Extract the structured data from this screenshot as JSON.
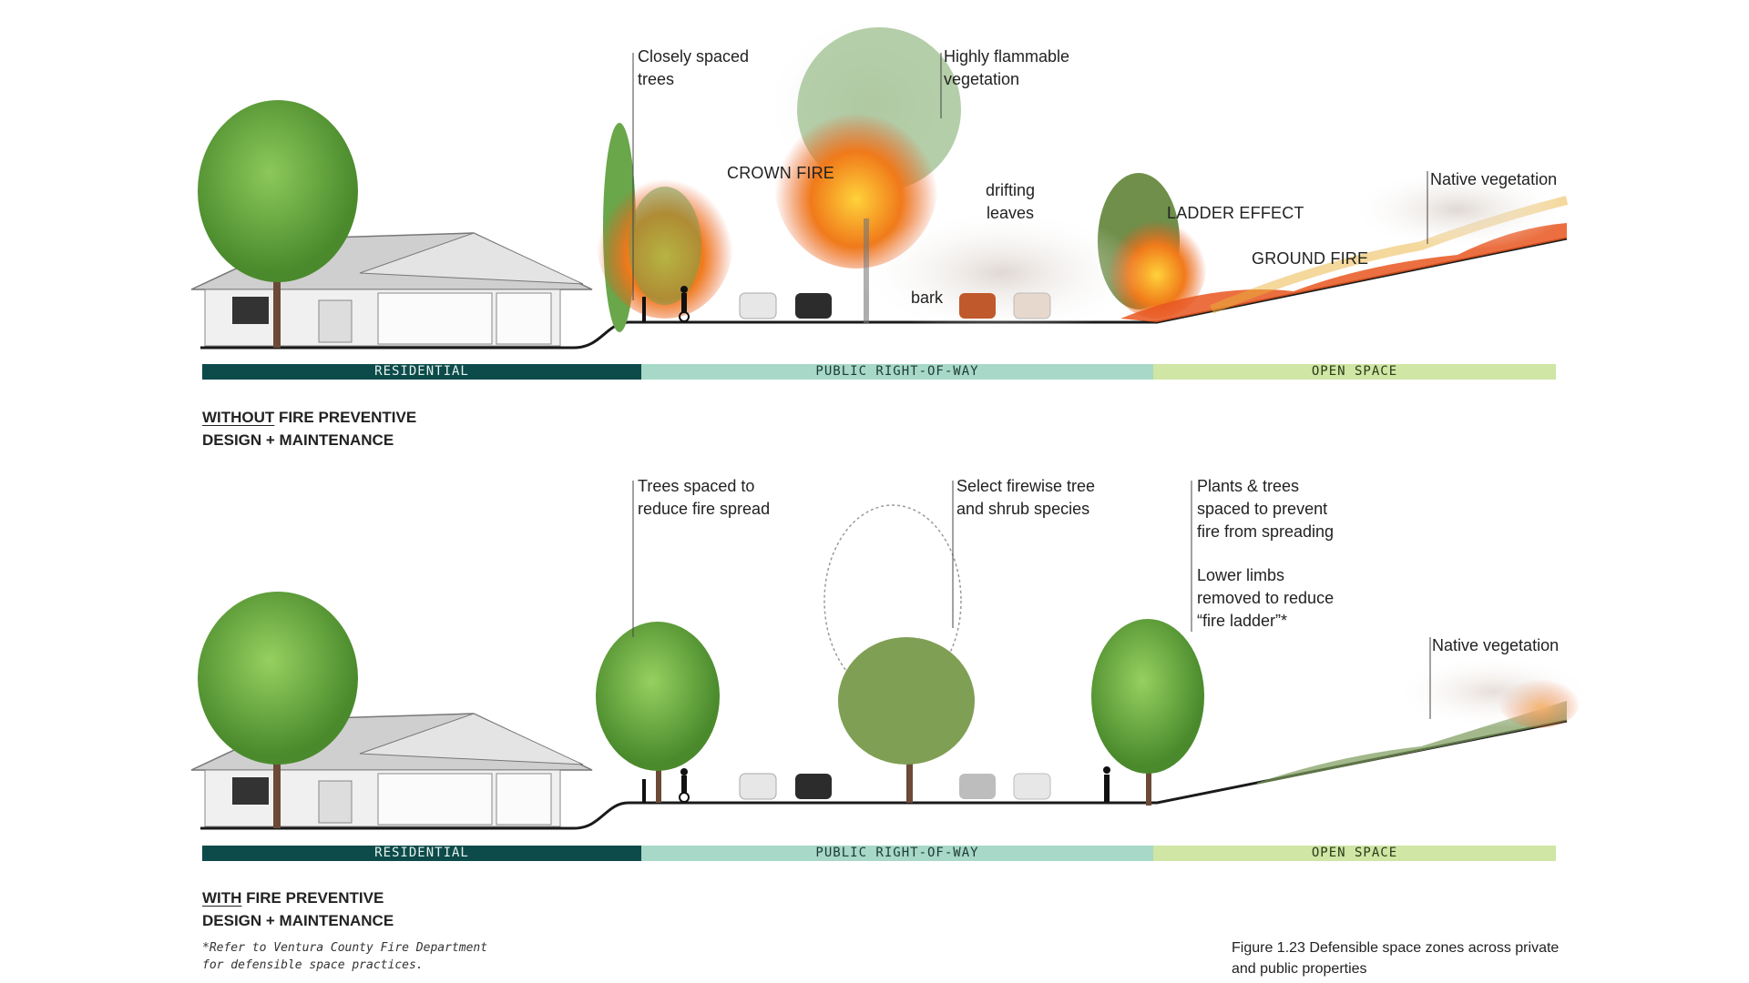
{
  "colors": {
    "residential": "#0d4a4a",
    "right_of_way": "#a7d8c8",
    "open_space": "#cfe6a4",
    "fire": "#e8561e",
    "tree_green": "#5fa83a"
  },
  "top": {
    "title_underlined": "WITHOUT",
    "title_rest": " FIRE PREVENTIVE",
    "title_line2": "DESIGN + MAINTENANCE",
    "annotations": {
      "closely_spaced": [
        "Closely spaced",
        "trees"
      ],
      "highly_flammable": [
        "Highly flammable",
        "vegetation"
      ],
      "crown_fire": "CROWN FIRE",
      "drifting_leaves": [
        "drifting",
        "leaves"
      ],
      "bark": "bark",
      "ladder_effect": "LADDER EFFECT",
      "ground_fire": "GROUND FIRE",
      "native_vegetation": "Native vegetation"
    },
    "zones": [
      "RESIDENTIAL",
      "PUBLIC RIGHT-OF-WAY",
      "OPEN SPACE"
    ]
  },
  "bottom": {
    "title_underlined": "WITH",
    "title_rest": " FIRE PREVENTIVE",
    "title_line2": "DESIGN + MAINTENANCE",
    "annotations": {
      "trees_spaced": [
        "Trees spaced to",
        "reduce fire spread"
      ],
      "select_firewise": [
        "Select firewise tree",
        "and shrub species"
      ],
      "plants_trees": [
        "Plants & trees",
        "spaced to prevent",
        "fire from spreading"
      ],
      "lower_limbs": [
        "Lower limbs",
        "removed to reduce",
        "“fire ladder”*"
      ],
      "native_vegetation": "Native vegetation"
    },
    "zones": [
      "RESIDENTIAL",
      "PUBLIC RIGHT-OF-WAY",
      "OPEN SPACE"
    ]
  },
  "footnote": [
    "*Refer to Ventura County Fire Department",
    "for defensible space practices."
  ],
  "caption": [
    "Figure 1.23 Defensible space zones across private",
    "and public properties"
  ],
  "icons": [
    "house-icon",
    "tree-icon",
    "car-icon",
    "cyclist-icon",
    "pedestrian-icon",
    "fire-icon"
  ]
}
